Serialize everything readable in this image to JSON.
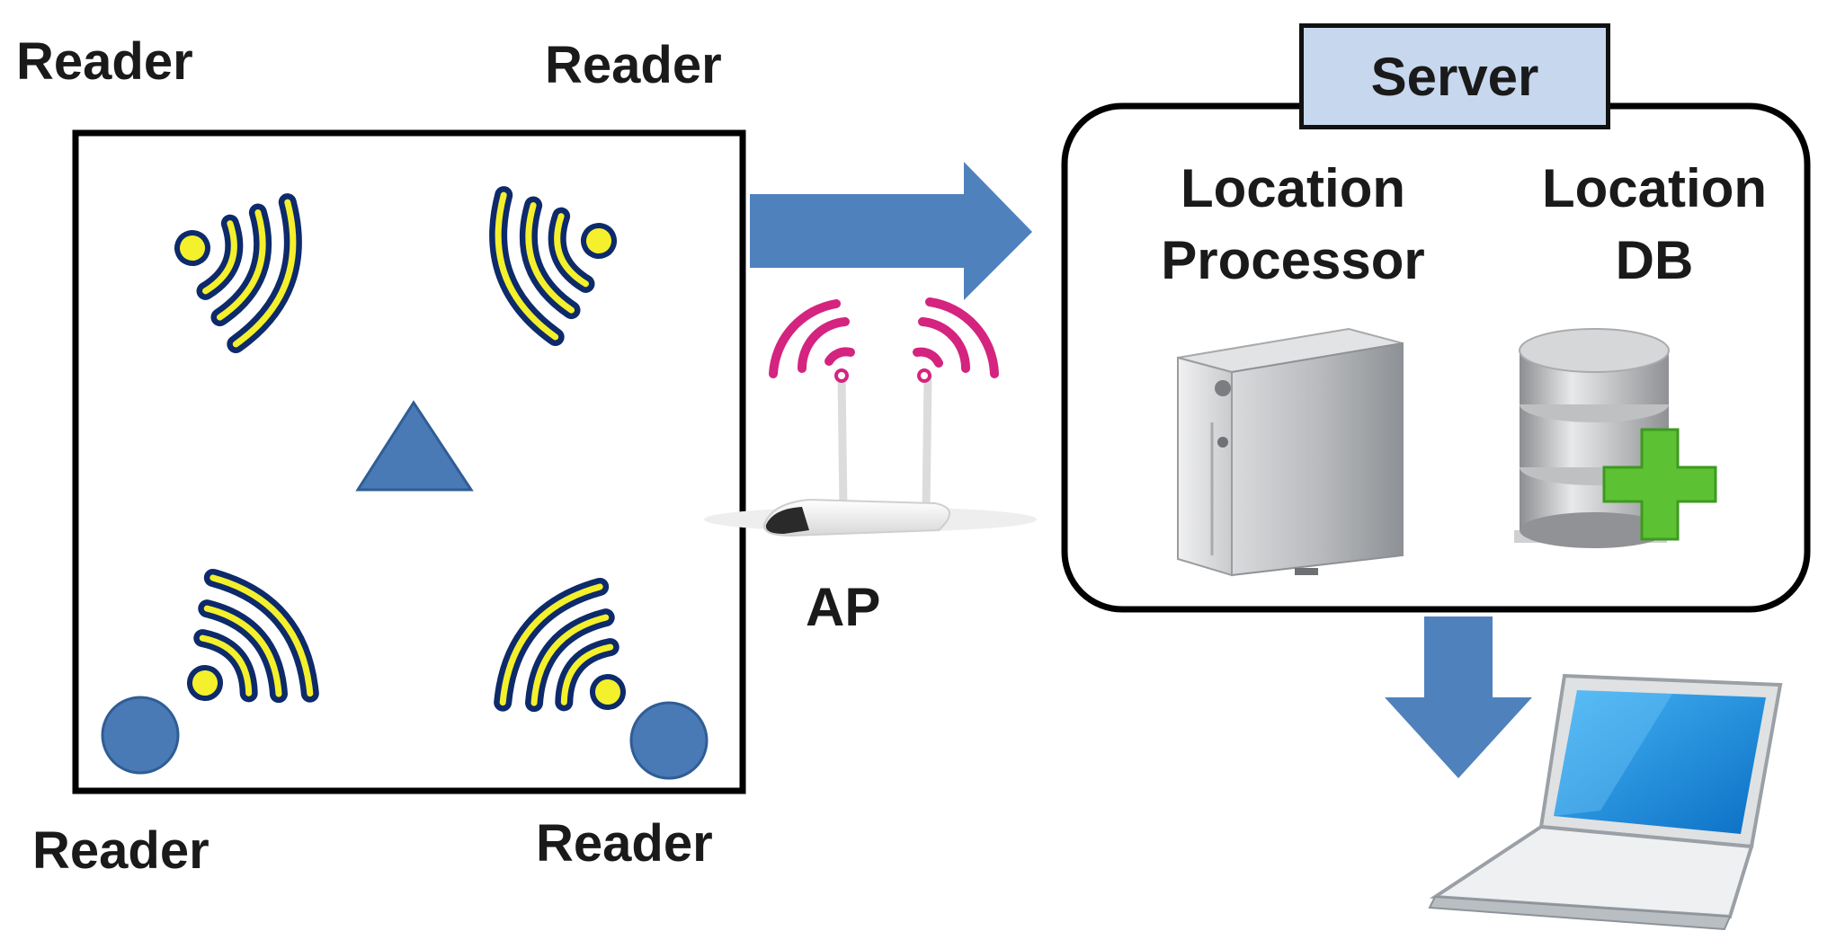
{
  "labels": {
    "reader_top_left": "Reader",
    "reader_top_right": "Reader",
    "reader_bottom_left": "Reader",
    "reader_bottom_right": "Reader",
    "ap": "AP",
    "server": "Server",
    "location_processor_line1": "Location",
    "location_processor_line2": "Processor",
    "location_db_line1": "Location",
    "location_db_line2": "DB"
  },
  "colors": {
    "arrow": "#4f81bd",
    "shape_fill": "#4a7ab5",
    "signal_dark": "#0d2a6b",
    "signal_yellow": "#f4f02c",
    "ap_signal": "#d4247f",
    "server_title_bg": "#c6d7ee",
    "db_plus": "#5cc234",
    "laptop_screen": "#1a8fe0"
  },
  "icons": {
    "reader_signal": "rfid-signal-icon",
    "tag": "triangle-tag-icon",
    "reader_node": "circle-reader-icon",
    "access_point": "wifi-router-icon",
    "server": "server-tower-icon",
    "database": "database-plus-icon",
    "client": "laptop-icon"
  }
}
